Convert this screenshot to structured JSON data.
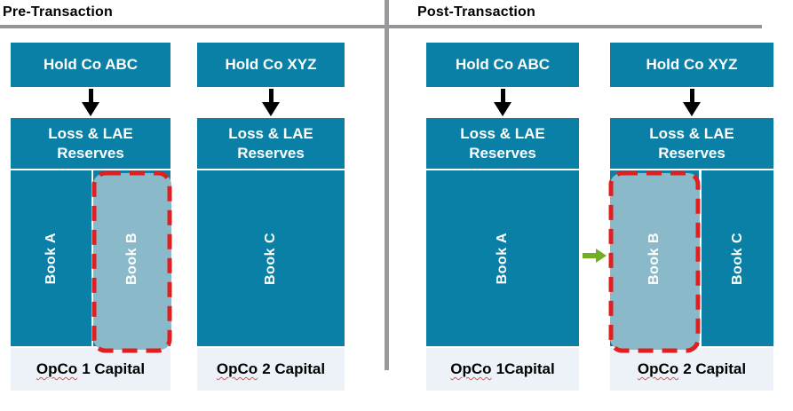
{
  "colors": {
    "box_teal": "#0b80a6",
    "book_highlight_fill": "#8abaca",
    "highlight_dash_red": "#e02020",
    "transfer_arrow_green": "#74ae26",
    "flow_arrow_black": "#000000",
    "capital_bg": "#edf2f9",
    "divider_gray": "#97999c",
    "spellcheck_red": "#e0544a"
  },
  "panels": [
    {
      "title": "Pre-Transaction",
      "columns": [
        {
          "holdco_label": "Hold Co ABC",
          "reserves_line1": "Loss & LAE",
          "reserves_line2": "Reserves",
          "books": [
            {
              "label": "Book A",
              "highlighted": false
            },
            {
              "label": "Book B",
              "highlighted": true
            }
          ],
          "capital_word": "OpCo",
          "capital_rest": "1 Capital"
        },
        {
          "holdco_label": "Hold Co XYZ",
          "reserves_line1": "Loss & LAE",
          "reserves_line2": "Reserves",
          "books": [
            {
              "label": "Book C",
              "highlighted": false
            }
          ],
          "capital_word": "OpCo",
          "capital_rest": "2 Capital"
        }
      ]
    },
    {
      "title": "Post-Transaction",
      "columns": [
        {
          "holdco_label": "Hold Co ABC",
          "reserves_line1": "Loss & LAE",
          "reserves_line2": "Reserves",
          "books": [
            {
              "label": "Book A",
              "highlighted": false
            }
          ],
          "capital_word": "OpCo",
          "capital_rest": "1Capital"
        },
        {
          "holdco_label": "Hold Co XYZ",
          "reserves_line1": "Loss & LAE",
          "reserves_line2": "Reserves",
          "books": [
            {
              "label": "Book B",
              "highlighted": true
            },
            {
              "label": "Book C",
              "highlighted": false
            }
          ],
          "capital_word": "OpCo",
          "capital_rest": "2 Capital"
        }
      ]
    }
  ]
}
